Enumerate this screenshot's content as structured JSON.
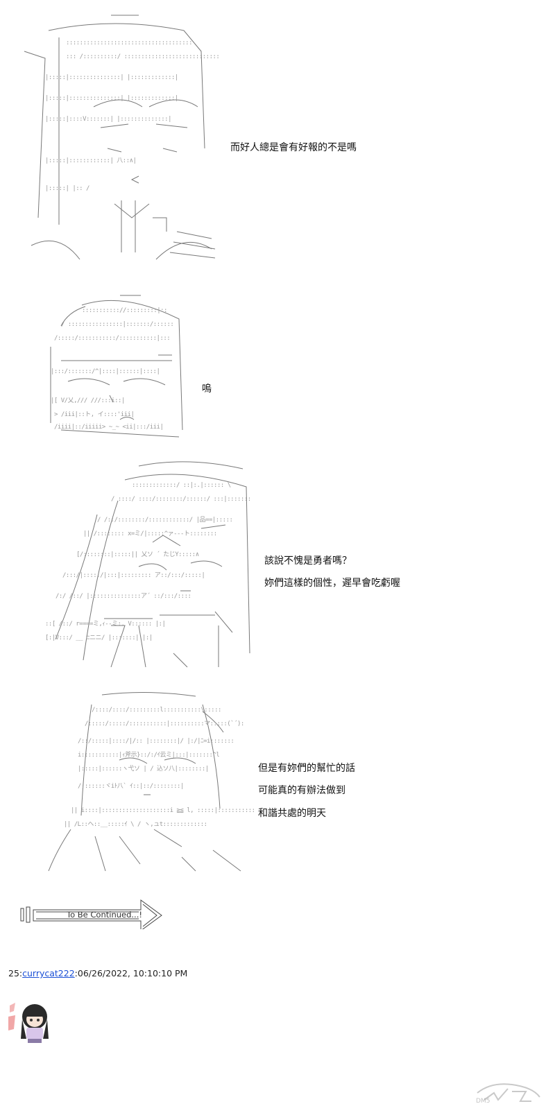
{
  "dialogue": {
    "panel1": "而好人總是會有好報的不是嗎",
    "panel2": "嗚",
    "panel3_line1": "該說不愧是勇者嗎？",
    "panel3_line2": "妳們這樣的個性，遲早會吃虧喔",
    "panel4_line1": "但是有妳們的幫忙的話",
    "panel4_line2": "可能真的有辦法做到",
    "panel4_line3": "和諧共處的明天"
  },
  "continued": {
    "label": "To Be Continued...!"
  },
  "post": {
    "number": "25",
    "separator": ":",
    "username": "currycat222",
    "timestamp": ":06/26/2022, 10:10:10 PM"
  },
  "icons": {
    "avatar": "chibi-girl-avatar-icon",
    "watermark": "dm5-logo-icon",
    "arrow": "to-be-continued-arrow-icon"
  },
  "colors": {
    "link": "#1a4fd6",
    "ascii_art": "#666666",
    "text": "#111111"
  }
}
